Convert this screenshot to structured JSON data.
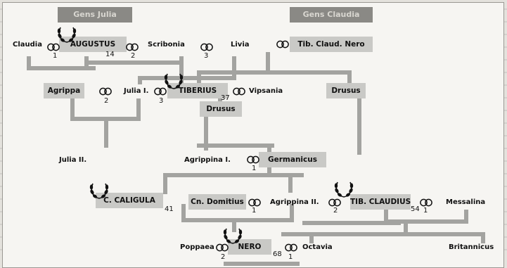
{
  "headers": {
    "julia": "Gens Julia",
    "claudia": "Gens Claudia"
  },
  "persons": {
    "claudia": "Claudia",
    "augustus": "AUGUSTUS",
    "scribonia": "Scribonia",
    "livia": "Livia",
    "tib_claud_nero": "Tib. Claud. Nero",
    "agrippa": "Agrippa",
    "julia_1": "Julia I.",
    "tiberius": "TIBERIUS",
    "vipsania": "Vipsania",
    "drusus_1": "Drusus",
    "drusus_2": "Drusus",
    "julia_2": "Julia II.",
    "agrippina_1": "Agrippina I.",
    "germanicus": "Germanicus",
    "caligula": "C. CALIGULA",
    "cn_domitius": "Cn. Domitius",
    "agrippina_2": "Agrippina II.",
    "tib_claudius": "TIB. CLAUDIUS",
    "messalina": "Messalina",
    "poppaea": "Poppaea",
    "nero": "NERO",
    "octavia": "Octavia",
    "britannicus": "Britannicus"
  },
  "numbers": {
    "claudia_marriage": "1",
    "augustus_reign": "14",
    "scribonia_marriage": "2",
    "livia_marriage": "3",
    "agrippa_marriage": "2",
    "tiberius_marriage": "3",
    "tiberius_reign": "37",
    "agrippina_marriage": "1",
    "caligula_reign": "41",
    "cn_domitius_marriage": "1",
    "claudius_left_marriage": "2",
    "claudius_reign": "54",
    "claudius_right_marriage": "1",
    "nero_left_marriage": "2",
    "nero_reign": "68",
    "nero_right_marriage": "1"
  },
  "icons": {
    "marriage": "rings-icon",
    "emperor": "laurel-wreath-icon"
  },
  "colors": {
    "box": "#c9c9c6",
    "header": "#8a8985",
    "line": "#a3a3a0",
    "page": "#f6f5f2"
  }
}
